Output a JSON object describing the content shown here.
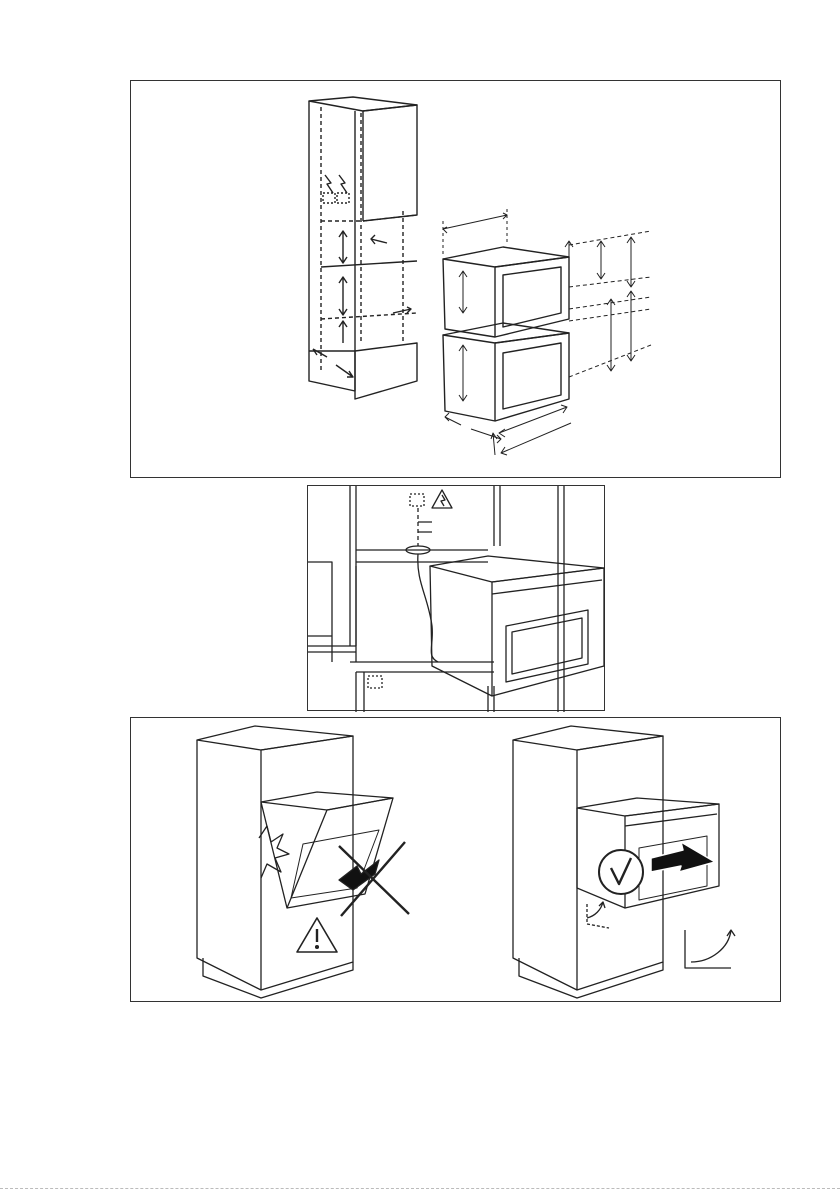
{
  "document": {
    "figures": [
      {
        "id": "cabinet-dimensions",
        "icons": [
          "electric-hazard-icon",
          "socket-icon"
        ]
      },
      {
        "id": "electrical-connection",
        "icons": [
          "socket-icon",
          "warning-electric-icon"
        ]
      },
      {
        "id": "insertion",
        "icons": [
          "warning-icon",
          "cross-icon",
          "check-icon",
          "push-arrow-icon"
        ]
      }
    ]
  }
}
